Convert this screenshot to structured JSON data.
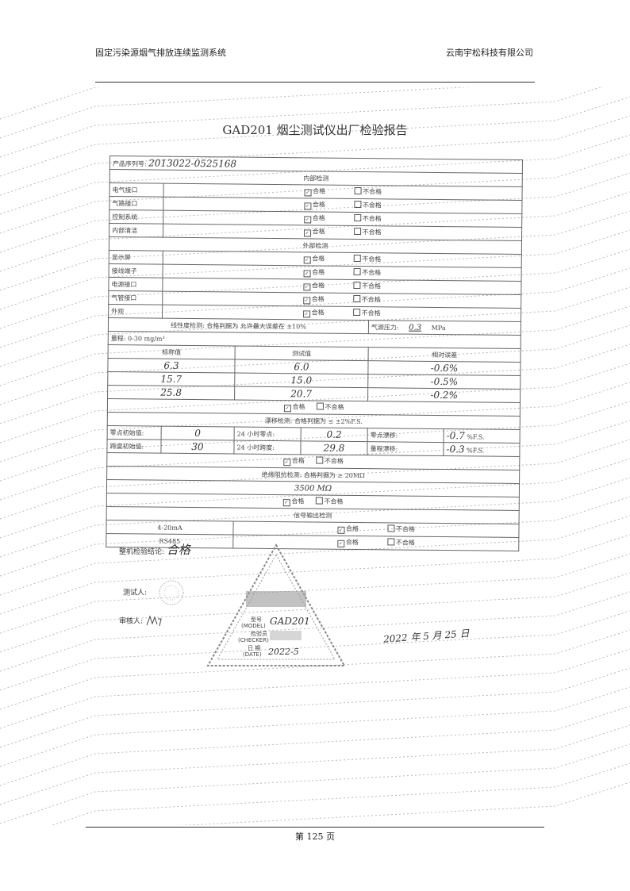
{
  "header": {
    "left": "固定污染源烟气排放连续监测系统",
    "right": "云南宇松科技有限公司"
  },
  "footer": {
    "page_label": "第 125 页"
  },
  "document": {
    "title": "GAD201 烟尘测试仪出厂检验报告",
    "serial_label": "产品序列号:",
    "serial_value": "2013022-0525168",
    "pass": "合格",
    "fail": "不合格",
    "internal": {
      "heading": "内部检测",
      "rows": [
        "电气接口",
        "气路接口",
        "控制系统",
        "内部清洁"
      ]
    },
    "external": {
      "heading": "外部检测",
      "rows": [
        "显示屏",
        "接线端子",
        "电源接口",
        "气管接口",
        "外观"
      ]
    },
    "linearity": {
      "label": "线性度检测: 合格判据为 允许最大误差在 ±10%",
      "pressure_label": "气源压力:",
      "pressure_value": "0.3",
      "pressure_unit": "MPa"
    },
    "range_label": "量程: 0-30 mg/m³",
    "columns": [
      "标称值",
      "测试值",
      "相对误差"
    ],
    "measurements": [
      {
        "nominal": "6.3",
        "measured": "6.0",
        "error": "-0.6%"
      },
      {
        "nominal": "15.7",
        "measured": "15.0",
        "error": "-0.5%"
      },
      {
        "nominal": "25.8",
        "measured": "20.7",
        "error": "-0.2%"
      }
    ],
    "drift": {
      "label": "漂移检测: 合格判据为 ≤ ±2%F.S.",
      "zero_init_label": "零点初始值:",
      "zero_init_value": "0",
      "span_init_label": "跨度初始值:",
      "span_init_value": "30",
      "zero_24h_label": "24 小时零点:",
      "zero_24h_value": "0.2",
      "span_24h_label": "24 小时跨度:",
      "span_24h_value": "29.8",
      "zero_drift_label": "零点漂移:",
      "zero_drift_value": "-0.7",
      "span_drift_label": "量程漂移:",
      "span_drift_value": "-0.3",
      "unit": "%F.S."
    },
    "insulation": {
      "label": "绝缘阻抗检测: 合格判据为 ≥ 20MΩ",
      "value": "3500 MΩ"
    },
    "signal": {
      "heading": "信号输出检测",
      "rows": [
        "4-20mA",
        "RS485"
      ]
    },
    "conclusion_label": "整机检验结论:",
    "conclusion_value": "合格",
    "tester_label": "测试人:",
    "reviewer_label": "审核人:",
    "date": "2022 年 5 月 25 日",
    "seal": {
      "model_label": "型号",
      "model_label_en": "(MODEL)",
      "model_value": "GAD201",
      "serial_label": "检验员",
      "serial_label_en": "(CHECKER)",
      "date_label": "日 期",
      "date_label_en": "(DATE)",
      "date_value": "2022-5"
    }
  }
}
